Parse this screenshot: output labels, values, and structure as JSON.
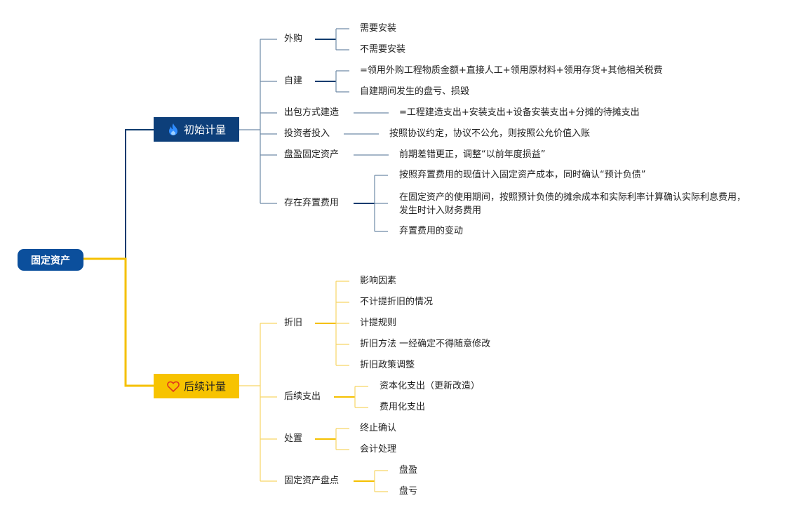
{
  "colors": {
    "root_fill": "#0b4f9c",
    "top_fill": "#0d3f7a",
    "top_line": "#0d3b6e",
    "top_sub_line": "#6f8ba6",
    "bottom_fill": "#f7c300",
    "bottom_line": "#f5c000",
    "bottom_sub_line": "#f7d566",
    "flame_icon": "#2f8cff",
    "heart_icon": "#e0361c"
  },
  "root": {
    "label": "固定资产"
  },
  "initial": {
    "label": "初始计量",
    "icon": "flame-icon",
    "children": [
      {
        "label": "外购",
        "leaves": [
          "需要安装",
          "不需要安装"
        ]
      },
      {
        "label": "自建",
        "leaves": [
          "=领用外购工程物质金额+直接人工+领用原材料+领用存货+其他相关税费",
          "自建期间发生的盘亏、损毁"
        ]
      },
      {
        "label": "出包方式建造",
        "leaves": [
          "=工程建造支出+安装支出+设备安装支出+分摊的待摊支出"
        ]
      },
      {
        "label": "投资者投入",
        "leaves": [
          "按照协议约定，协议不公允，则按照公允价值入账"
        ]
      },
      {
        "label": "盘盈固定资产",
        "leaves": [
          "前期差错更正，调整“以前年度损益”"
        ]
      },
      {
        "label": "存在弃置费用",
        "leaves": [
          "按照弃置费用的现值计入固定资产成本，同时确认“预计负债”",
          "在固定资产的使用期间，按照预计负债的摊余成本和实际利率计算确认实际利息费用，发生时计入财务费用",
          "弃置费用的变动"
        ]
      }
    ]
  },
  "subsequent": {
    "label": "后续计量",
    "icon": "heart-icon",
    "children": [
      {
        "label": "折旧",
        "leaves": [
          "影响因素",
          "不计提折旧的情况",
          "计提规则",
          "折旧方法 一经确定不得随意修改",
          "折旧政策调整"
        ]
      },
      {
        "label": "后续支出",
        "leaves": [
          "资本化支出（更新改造）",
          "费用化支出"
        ]
      },
      {
        "label": "处置",
        "leaves": [
          "终止确认",
          "会计处理"
        ]
      },
      {
        "label": "固定资产盘点",
        "leaves": [
          "盘盈",
          "盘亏"
        ]
      }
    ]
  }
}
